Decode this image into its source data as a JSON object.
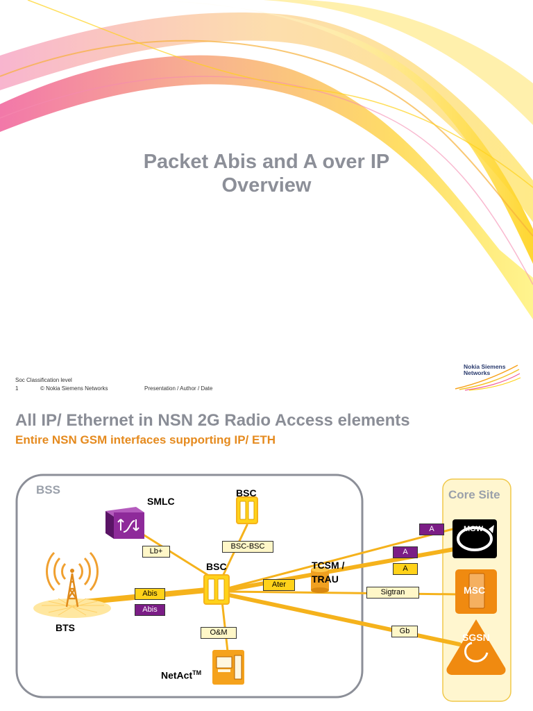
{
  "slide1": {
    "title_line1": "Packet Abis and A over IP",
    "title_line2": "Overview",
    "classification": "Soc Classification level",
    "page_number": "1",
    "copyright": "© Nokia Siemens Networks",
    "presentation_meta": "Presentation / Author / Date",
    "logo_line1": "Nokia Siemens",
    "logo_line2": "Networks"
  },
  "slide2": {
    "title": "All IP/ Ethernet in NSN 2G Radio Access elements",
    "subtitle": "Entire NSN GSM interfaces supporting IP/ ETH",
    "bss_label": "BSS",
    "core_label": "Core Site",
    "nodes": {
      "smlc": "SMLC",
      "bsc_top": "BSC",
      "bsc_center": "BSC",
      "bts": "BTS",
      "tcsm_line1": "TCSM /",
      "tcsm_line2": "TRAU",
      "netact": "NetAct",
      "netact_tm": "TM",
      "msc": "MSC",
      "sgsn": "SGSN",
      "mgw": "MGW"
    },
    "interfaces": {
      "lb": "Lb+",
      "bsc_bsc": "BSC-BSC",
      "abis_1": "Abis",
      "abis_2": "Abis",
      "ater": "Ater",
      "om": "O&M",
      "a_top": "A",
      "a_purple": "A",
      "a_yellow": "A",
      "sigtran": "Sigtran",
      "gb": "Gb"
    },
    "colors": {
      "link": "#f5b21c",
      "purple": "#7b1d86",
      "yellow": "#ffd21a",
      "orange_node": "#f08a10",
      "core_bg": "#fff6cf"
    }
  }
}
